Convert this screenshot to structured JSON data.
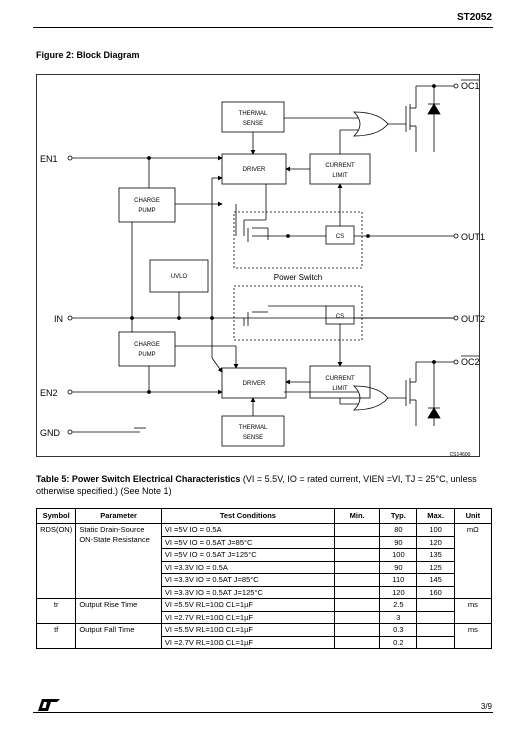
{
  "header": {
    "doc_id": "ST2052"
  },
  "figure": {
    "title": "Figure 2: Block Diagram",
    "labels": {
      "en1": "EN1",
      "en2": "EN2",
      "in": "IN",
      "gnd": "GND",
      "out1": "OUT1",
      "out2": "OUT2",
      "oc1": "OC1",
      "oc2": "OC2",
      "thermal1_l1": "THERMAL",
      "thermal1_l2": "SENSE",
      "thermal2_l1": "THERMAL",
      "thermal2_l2": "SENSE",
      "driver1": "DRIVER",
      "driver2": "DRIVER",
      "charge1_l1": "CHARGE",
      "charge1_l2": "PUMP",
      "charge2_l1": "CHARGE",
      "charge2_l2": "PUMP",
      "climit1_l1": "CURRENT",
      "climit1_l2": "LIMIT",
      "climit2_l1": "CURRENT",
      "climit2_l2": "LIMIT",
      "cs1": "CS",
      "cs2": "CS",
      "uvlo": "UVLO",
      "power_switch": "Power Switch",
      "code": "CS14600"
    }
  },
  "table": {
    "caption_bold": "Table 5: Power Switch Electrical Characteristics",
    "caption_rest": " (VI = 5.5V, IO = rated current, VIEN =VI, TJ = 25°C, unless otherwise specified.) (See Note 1)",
    "headers": [
      "Symbol",
      "Parameter",
      "Test Conditions",
      "Min.",
      "Typ.",
      "Max.",
      "Unit"
    ],
    "groups": [
      {
        "symbol": "RDS(ON)",
        "parameter": "Static Drain-Source ON-State Resistance",
        "unit": "mΩ",
        "rows": [
          {
            "cond": "VI =5V    IO = 0.5A",
            "min": "",
            "typ": "80",
            "max": "100"
          },
          {
            "cond": "VI =5V    IO = 0.5AT J=85°C",
            "min": "",
            "typ": "90",
            "max": "120"
          },
          {
            "cond": "VI =5V    IO = 0.5AT J=125°C",
            "min": "",
            "typ": "100",
            "max": "135"
          },
          {
            "cond": "VI =3.3V  IO = 0.5A",
            "min": "",
            "typ": "90",
            "max": "125"
          },
          {
            "cond": "VI =3.3V  IO = 0.5AT J=85°C",
            "min": "",
            "typ": "110",
            "max": "145"
          },
          {
            "cond": "VI =3.3V  IO = 0.5AT J=125°C",
            "min": "",
            "typ": "120",
            "max": "160"
          }
        ]
      },
      {
        "symbol": "tr",
        "parameter": "Output Rise Time",
        "unit": "ms",
        "rows": [
          {
            "cond": "VI =5.5V  RL=10Ω  CL=1µF",
            "min": "",
            "typ": "2.5",
            "max": ""
          },
          {
            "cond": "VI =2.7V  RL=10Ω  CL=1µF",
            "min": "",
            "typ": "3",
            "max": ""
          }
        ]
      },
      {
        "symbol": "tf",
        "parameter": "Output Fall Time",
        "unit": "ms",
        "rows": [
          {
            "cond": "VI =5.5V  RL=10Ω  CL=1µF",
            "min": "",
            "typ": "0.3",
            "max": ""
          },
          {
            "cond": "VI =2.7V  RL=10Ω  CL=1µF",
            "min": "",
            "typ": "0.2",
            "max": ""
          }
        ]
      }
    ]
  },
  "footer": {
    "page": "3/9",
    "logo_icon": "st-logo-icon"
  }
}
